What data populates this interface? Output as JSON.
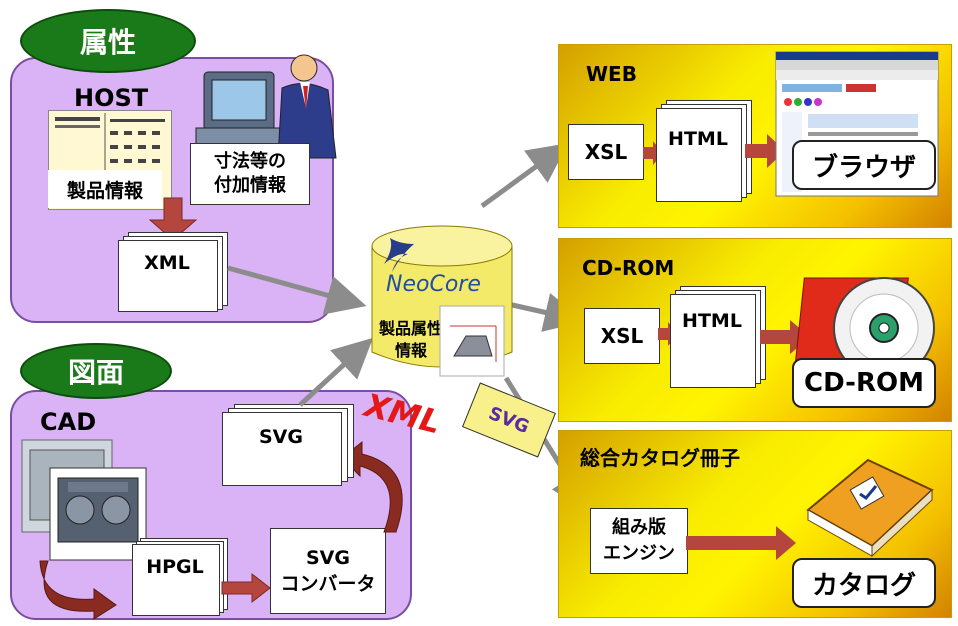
{
  "attribute_section": {
    "pill_label": "属性",
    "host_label": "HOST",
    "product_info_label": "製品情報",
    "dimension_info_label": "寸法等の\n付加情報",
    "xml_doc_label": "XML"
  },
  "drawing_section": {
    "pill_label": "図面",
    "cad_label": "CAD",
    "svg_doc_label": "SVG",
    "hpgl_doc_label": "HPGL",
    "converter_label": "SVG\nコンバータ"
  },
  "center": {
    "db_brand": "NeoCore",
    "db_label": "製品属性\n情報",
    "xml_label": "XML",
    "svg_tag_label": "SVG"
  },
  "web_panel": {
    "title": "WEB",
    "xsl_label": "XSL",
    "html_label": "HTML",
    "output_label": "ブラウザ"
  },
  "cdrom_panel": {
    "title": "CD-ROM",
    "xsl_label": "XSL",
    "html_label": "HTML",
    "output_label": "CD-ROM"
  },
  "catalog_panel": {
    "title": "総合カタログ冊子",
    "engine_label": "組み版\nエンジン",
    "output_label": "カタログ"
  },
  "colors": {
    "purple_panel": "#d9b3f5",
    "green_pill": "#1a7a1a",
    "yellow_panel": "#fff400",
    "arrow_red": "#b5463e",
    "arrow_gray": "#8c8c8c",
    "xml_red": "#e31818"
  },
  "icons": [
    "person-at-computer-icon",
    "engine-part-icon",
    "cd-rom-icon",
    "catalog-book-icon",
    "database-cylinder-icon",
    "browser-screenshot-icon"
  ]
}
